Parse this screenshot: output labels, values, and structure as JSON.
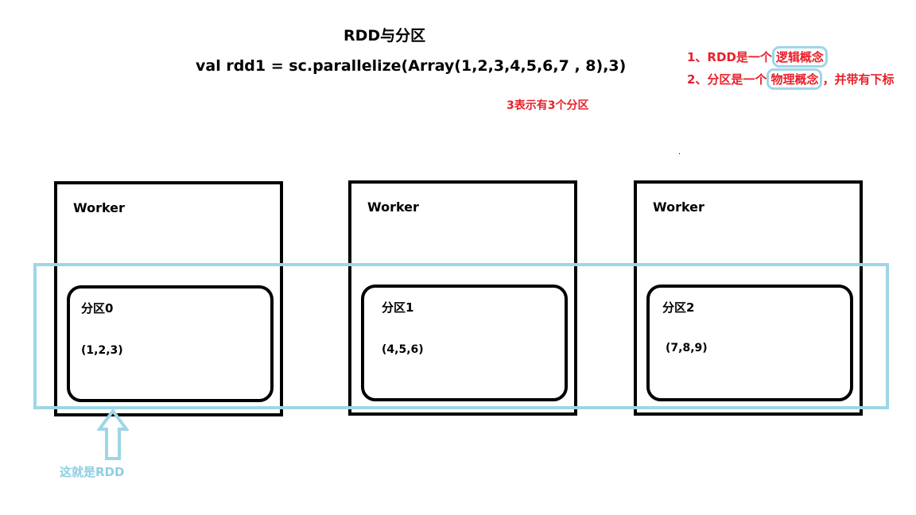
{
  "title": "RDD与分区",
  "code": "val rdd1 = sc.parallelize(Array(1,2,3,4,5,6,7 , 8),3)",
  "notes": {
    "note1_prefix": "1、RDD是一个",
    "note1_highlight": "逻辑概念",
    "note2_prefix": "2、分区是一个",
    "note2_highlight": "物理概念",
    "note2_suffix": "，并带有下标",
    "partition_count_note": "3表示有3个分区"
  },
  "stray_mark": ".",
  "workers": [
    {
      "label": "Worker",
      "partition": {
        "name": "分区0",
        "data": "(1,2,3)"
      }
    },
    {
      "label": "Worker",
      "partition": {
        "name": "分区1",
        "data": "(4,5,6)"
      }
    },
    {
      "label": "Worker",
      "partition": {
        "name": "分区2",
        "data": "(7,8,9)"
      }
    }
  ],
  "rdd_caption": "这就是RDD",
  "colors": {
    "annotation_red": "#e8202a",
    "rdd_highlight_blue": "#9ed6e6",
    "outline": "#000000"
  }
}
